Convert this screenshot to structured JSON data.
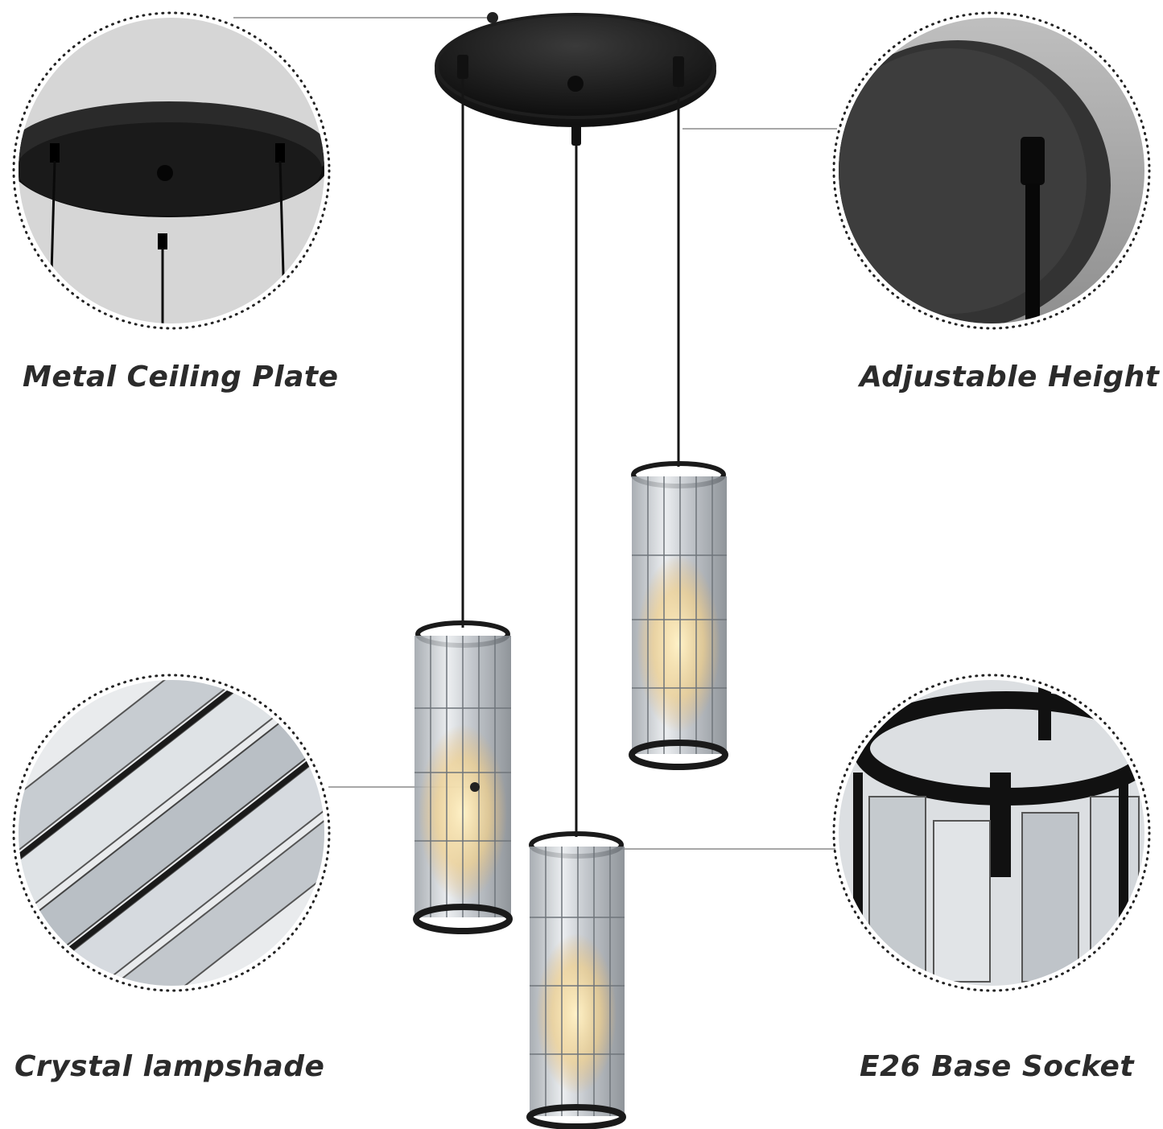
{
  "labels": {
    "ceiling_plate": "Metal Ceiling Plate",
    "adjustable_height": "Adjustable Height",
    "crystal_lampshade": "Crystal lampshade",
    "socket": "E26 Base Socket"
  },
  "colors": {
    "background": "#ffffff",
    "metal_black": "#1c1c1c",
    "crystal": "#c9cdd2",
    "warm_light": "#f3d9a2",
    "text": "#2b2b2b"
  }
}
